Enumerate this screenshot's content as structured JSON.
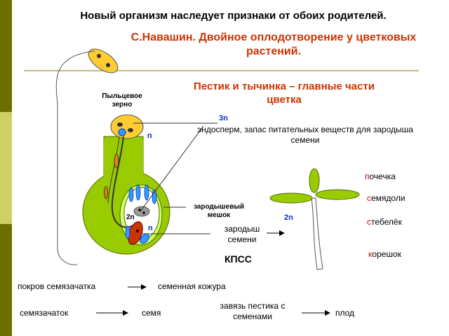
{
  "slide": {
    "heading": "Новый организм наследует признаки от обоих родителей.",
    "subtitle": "С.Навашин. Двойное оплодотворение у цветковых растений.",
    "section_title": "Пестик и тычинка – главные части цветка"
  },
  "diagram": {
    "pollen_label": "Пыльцевое зерно",
    "n_top": "n",
    "ploidy_3n": "3n",
    "endosperm": "эндосперм, запас питательных веществ для зародыша семени",
    "embryo_sac": "зародышевый мешок",
    "ploidy_2n_left": "2n",
    "n_bottom": "n",
    "embryo_seed": "зародыш семени",
    "ploidy_2n_right": "2n",
    "kpss": "КПСС"
  },
  "seedling": {
    "bud": {
      "first": "п",
      "rest": "очечка"
    },
    "cotyledons": {
      "first": "с",
      "rest": "емядоли"
    },
    "stem": {
      "first": "с",
      "rest": "тебелёк"
    },
    "root": {
      "first": "к",
      "rest": "орешок"
    }
  },
  "transforms": {
    "coat_from": "покров семязачатка",
    "coat_to": "семенная кожура",
    "ovule_from": "семязачаток",
    "ovule_to": "семя",
    "ovary_from": "завязь пестика с семенами",
    "ovary_to": "плод"
  },
  "colors": {
    "stripe_dark": "#6e6e00",
    "stripe_light": "#cfcf66",
    "plant_green": "#99cc00",
    "pollen_yellow": "#ffcc33",
    "subtitle_red": "#cc3300",
    "ploidy_blue": "#0033cc"
  }
}
